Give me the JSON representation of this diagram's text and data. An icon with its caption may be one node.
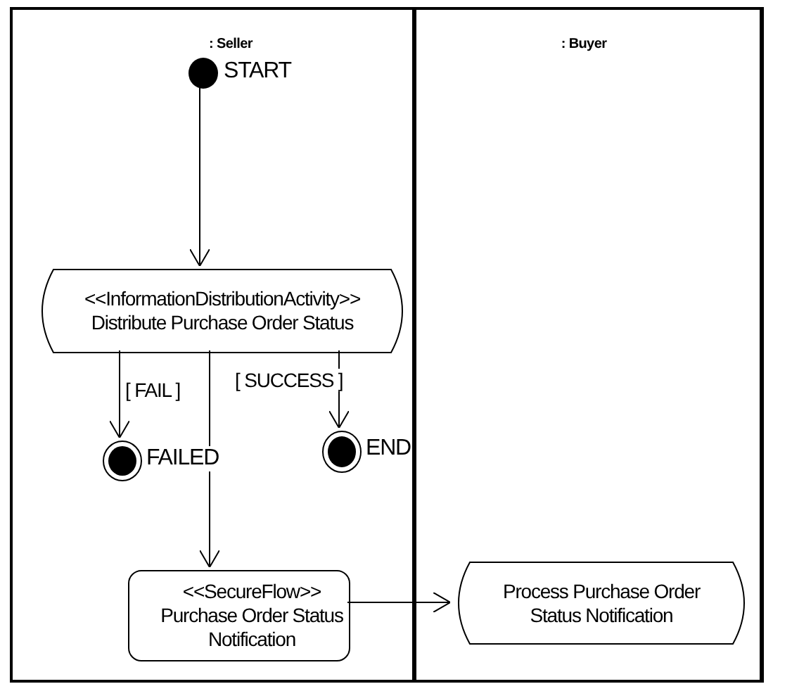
{
  "diagram": {
    "nodes": [
      {
        "text": [
          ": Seller"
        ]
      },
      {
        "text": [
          ": Buyer"
        ]
      },
      {
        "text": [],
        "shape": "circle",
        "beside": [
          "START"
        ],
        "in": 0
      },
      {
        "text": [
          "<<InformationDistributionActivity>>",
          "Distribute Purchase Order Status"
        ],
        "in": 0
      },
      {
        "text": [],
        "shape": "circle",
        "beside": [
          "FAILED"
        ],
        "in": 0
      },
      {
        "text": [],
        "shape": "circle",
        "beside": [
          "END"
        ],
        "in": 0
      },
      {
        "text": [
          "<<SecureFlow>>",
          "Purchase Order Status Notification"
        ],
        "in": 0
      },
      {
        "text": [
          "Process Purchase Order Status Notification"
        ],
        "in": 1
      }
    ],
    "edges": [
      {
        "from": 2,
        "to": 3,
        "arrow": "to"
      },
      {
        "from": 3,
        "to": 4,
        "arrow": "to",
        "label": "[ FAIL ]"
      },
      {
        "from": 3,
        "to": 5,
        "arrow": "to",
        "label": "[ SUCCESS ]"
      },
      {
        "from": 3,
        "to": 6,
        "arrow": "to"
      },
      {
        "from": 6,
        "to": 7,
        "arrow": "to"
      }
    ]
  }
}
